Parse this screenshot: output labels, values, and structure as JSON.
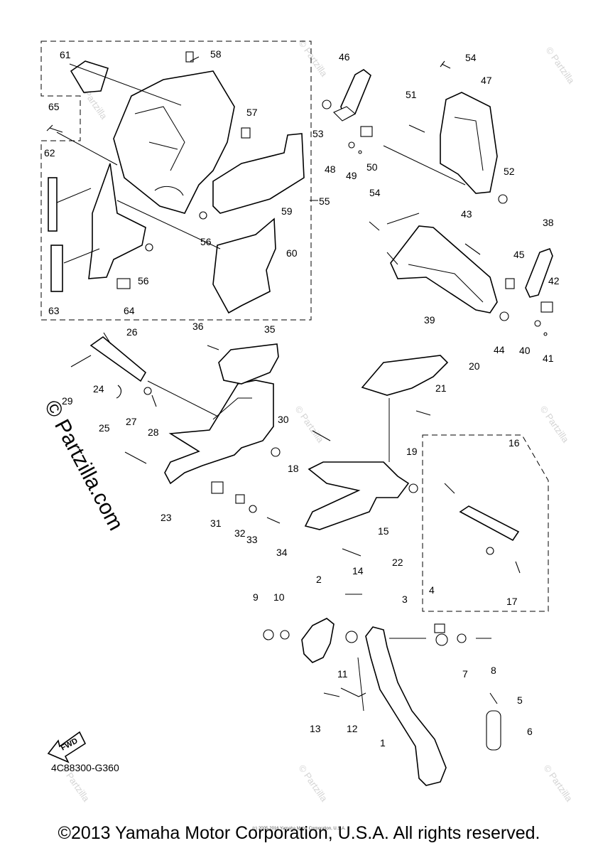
{
  "diagram_code": "4C88300-G360",
  "fwd_label": "FWD",
  "side_watermark": "© Partzilla.com",
  "corner_watermark": "© Partzilla",
  "small_note": "(c) 2005-2016 Yamaha Motor Corporation, U.S.A.",
  "copyright": "©2013 Yamaha Motor Corporation, U.S.A. All rights reserved.",
  "callouts": {
    "n1": "1",
    "n2": "2",
    "n3": "3",
    "n4": "4",
    "n5": "5",
    "n6": "6",
    "n7": "7",
    "n8": "8",
    "n9": "9",
    "n10": "10",
    "n11": "11",
    "n12": "12",
    "n13": "13",
    "n14": "14",
    "n15": "15",
    "n16": "16",
    "n17": "17",
    "n18": "18",
    "n19": "19",
    "n20": "20",
    "n21": "21",
    "n22": "22",
    "n23": "23",
    "n24": "24",
    "n25": "25",
    "n26": "26",
    "n27": "27",
    "n28": "28",
    "n29": "29",
    "n30": "30",
    "n31": "31",
    "n32": "32",
    "n33": "33",
    "n34": "34",
    "n35": "35",
    "n36": "36",
    "n38": "38",
    "n39": "39",
    "n40": "40",
    "n41": "41",
    "n42": "42",
    "n43": "43",
    "n44": "44",
    "n45": "45",
    "n46": "46",
    "n47": "47",
    "n48": "48",
    "n49": "49",
    "n50": "50",
    "n51": "51",
    "n52": "52",
    "n53": "53",
    "n54a": "54",
    "n54b": "54",
    "n55": "55",
    "n56a": "56",
    "n56b": "56",
    "n57": "57",
    "n58": "58",
    "n59": "59",
    "n60": "60",
    "n61": "61",
    "n62": "62",
    "n63": "63",
    "n64": "64",
    "n65": "65"
  }
}
